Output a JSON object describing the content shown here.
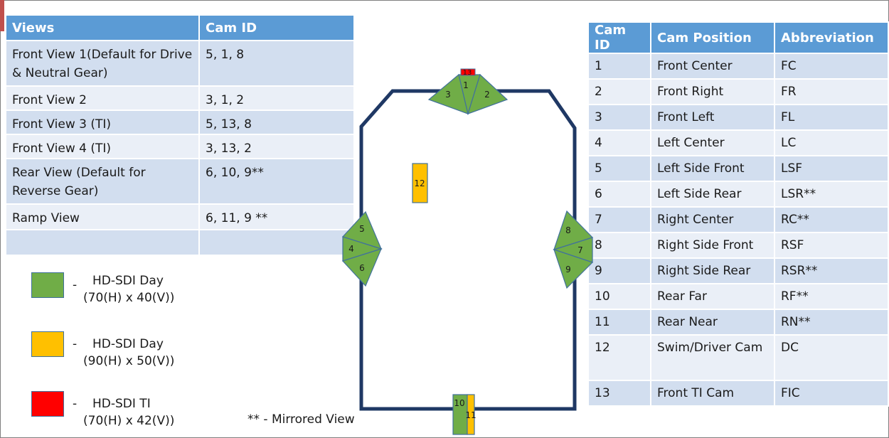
{
  "views_table": {
    "headers": [
      "Views",
      "Cam ID"
    ],
    "rows": [
      {
        "view": "Front View 1(Default for Drive & Neutral Gear)",
        "cams": "5, 1, 8"
      },
      {
        "view": "Front View 2",
        "cams": "3, 1, 2"
      },
      {
        "view": "Front View 3 (TI)",
        "cams": "5, 13, 8"
      },
      {
        "view": "Front View 4 (TI)",
        "cams": "3, 13, 2"
      },
      {
        "view": "Rear View (Default for Reverse Gear)",
        "cams": "6, 10, 9**"
      },
      {
        "view": "Ramp View",
        "cams": "6, 11, 9 **"
      },
      {
        "view": "",
        "cams": ""
      }
    ]
  },
  "cams_table": {
    "headers": [
      "Cam ID",
      "Cam Position",
      "Abbreviation"
    ],
    "rows": [
      {
        "id": "1",
        "pos": "Front Center",
        "abbr": "FC"
      },
      {
        "id": "2",
        "pos": "Front Right",
        "abbr": "FR"
      },
      {
        "id": "3",
        "pos": "Front Left",
        "abbr": "FL"
      },
      {
        "id": "4",
        "pos": "Left Center",
        "abbr": "LC"
      },
      {
        "id": "5",
        "pos": "Left Side Front",
        "abbr": "LSF"
      },
      {
        "id": "6",
        "pos": "Left Side Rear",
        "abbr": "LSR**"
      },
      {
        "id": "7",
        "pos": "Right Center",
        "abbr": "RC**"
      },
      {
        "id": "8",
        "pos": "Right Side Front",
        "abbr": "RSF"
      },
      {
        "id": "9",
        "pos": "Right Side Rear",
        "abbr": "RSR**"
      },
      {
        "id": "10",
        "pos": "Rear Far",
        "abbr": "RF**"
      },
      {
        "id": "11",
        "pos": "Rear Near",
        "abbr": "RN**"
      },
      {
        "id": "12",
        "pos": "Swim/Driver Cam",
        "abbr": "DC"
      },
      {
        "id": "13",
        "pos": "Front TI Cam",
        "abbr": "FIC"
      }
    ]
  },
  "legend": [
    {
      "dash": "-",
      "line1": "HD-SDI Day",
      "line2": "(70(H) x 40(V))",
      "color": "#70ad47"
    },
    {
      "dash": "-",
      "line1": "HD-SDI Day",
      "line2": "(90(H) x 50(V))",
      "color": "#ffc000"
    },
    {
      "dash": "-",
      "line1": "HD-SDI TI",
      "line2": "(70(H) x 42(V))",
      "color": "#ff0000"
    }
  ],
  "note": "** - Mirrored View",
  "camera_labels": {
    "c1": "1",
    "c2": "2",
    "c3": "3",
    "c4": "4",
    "c5": "5",
    "c6": "6",
    "c7": "7",
    "c8": "8",
    "c9": "9",
    "c10": "10",
    "c11": "11",
    "c12": "12",
    "c13": "13"
  },
  "colors": {
    "header_blue": "#5b9bd5",
    "row_dark": "#d2deef",
    "row_light": "#eaeff7",
    "vehicle_outline": "#1f3864",
    "cam_green": "#70ad47",
    "cam_yellow": "#ffc000",
    "cam_red": "#ff0000"
  }
}
